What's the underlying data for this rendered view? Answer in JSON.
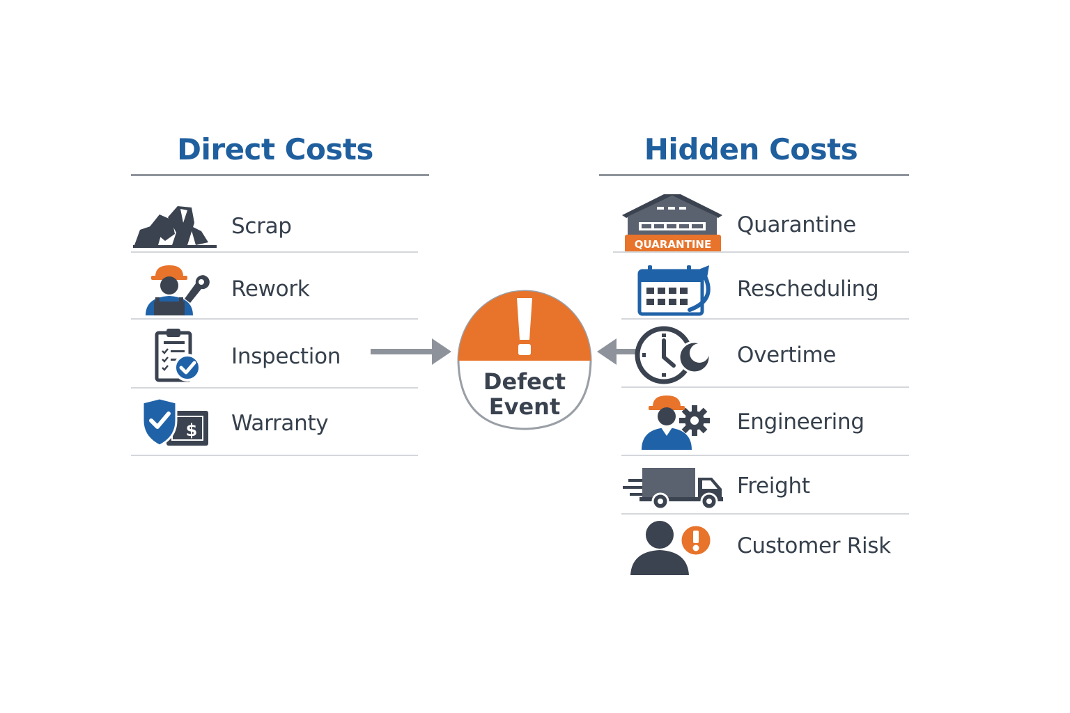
{
  "direct": {
    "title": "Direct Costs",
    "items": [
      {
        "label": "Scrap",
        "icon": "scrap-pile-icon"
      },
      {
        "label": "Rework",
        "icon": "worker-wrench-icon"
      },
      {
        "label": "Inspection",
        "icon": "clipboard-check-icon"
      },
      {
        "label": "Warranty",
        "icon": "shield-dollar-icon"
      }
    ]
  },
  "hidden": {
    "title": "Hidden Costs",
    "items": [
      {
        "label": "Quarantine",
        "icon": "warehouse-quarantine-icon",
        "badge": "QUARANTINE"
      },
      {
        "label": "Rescheduling",
        "icon": "calendar-arrow-icon"
      },
      {
        "label": "Overtime",
        "icon": "clock-moon-icon"
      },
      {
        "label": "Engineering",
        "icon": "engineer-gear-icon"
      },
      {
        "label": "Freight",
        "icon": "truck-icon"
      },
      {
        "label": "Customer Risk",
        "icon": "person-alert-icon"
      }
    ]
  },
  "center": {
    "line1": "Defect",
    "line2": "Event",
    "icon": "exclamation-icon"
  },
  "colors": {
    "heading": "#1f5f9e",
    "accent_orange": "#e8732a",
    "icon_dark": "#3b4350",
    "icon_blue": "#1f62a8",
    "arrow": "#8e939b"
  }
}
